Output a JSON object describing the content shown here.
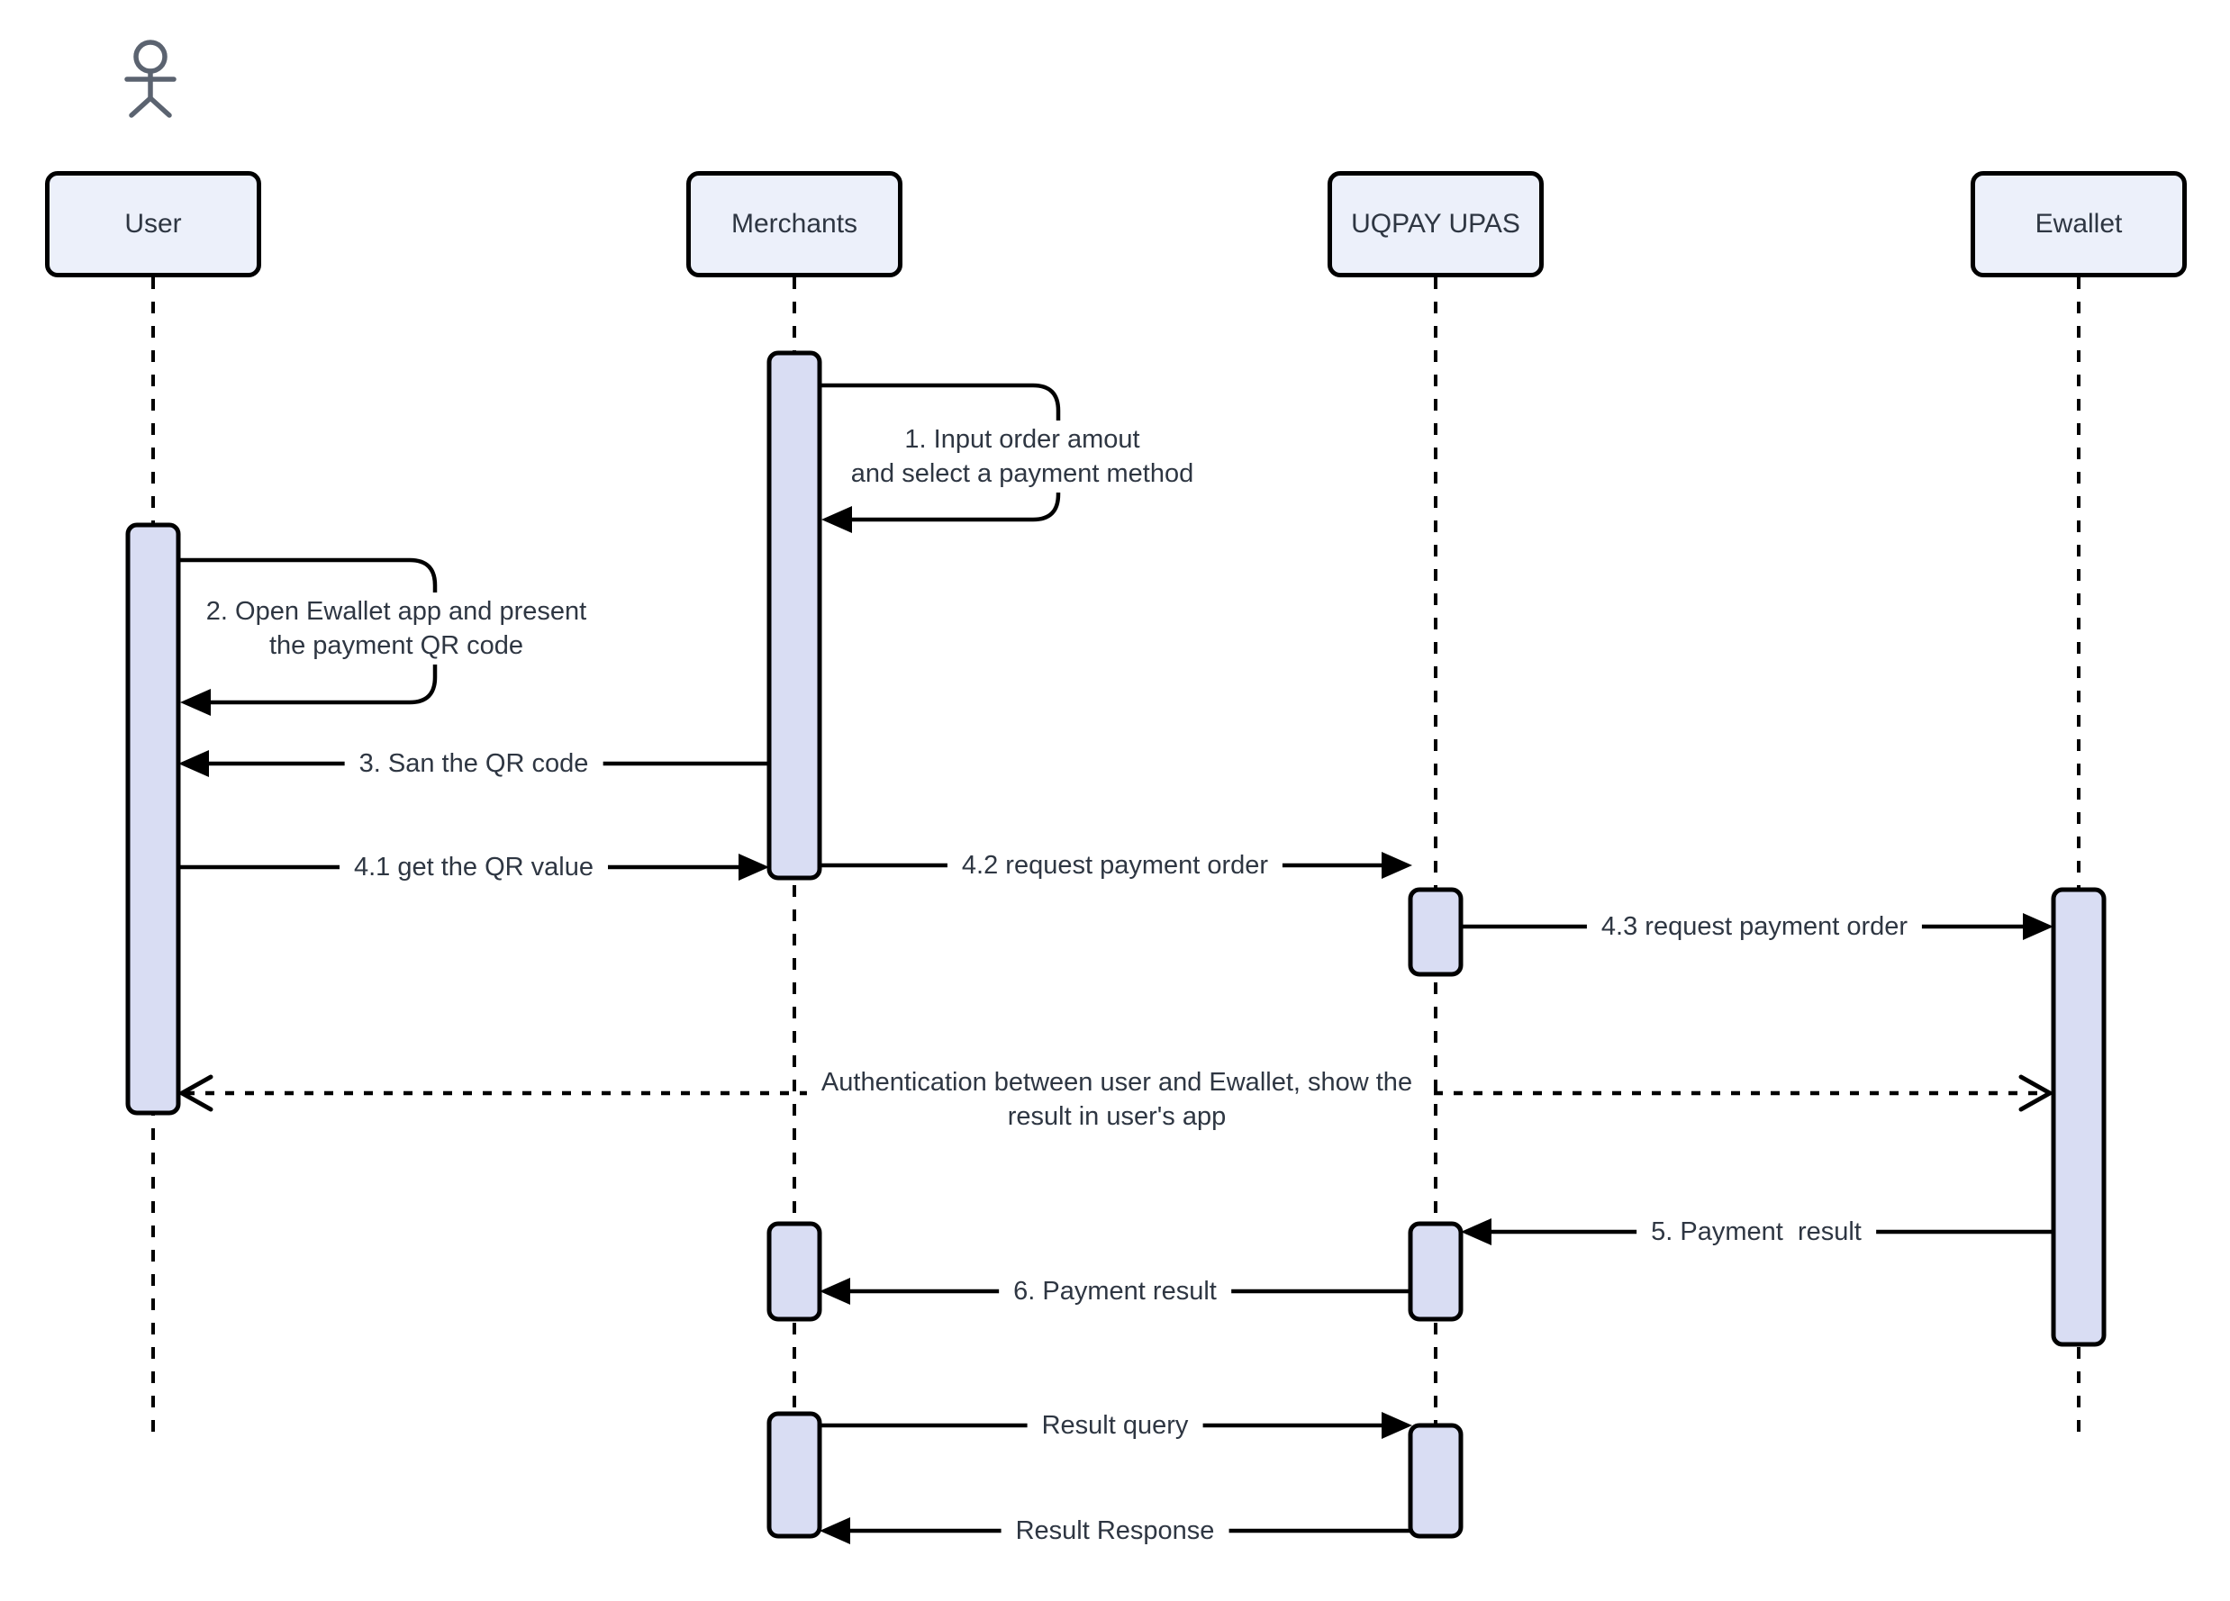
{
  "diagram": {
    "type": "uml-sequence-diagram",
    "actors": [
      {
        "id": "user",
        "label": "User",
        "kind": "actor"
      },
      {
        "id": "merchants",
        "label": "Merchants",
        "kind": "participant"
      },
      {
        "id": "uqpay",
        "label": "UQPAY UPAS",
        "kind": "participant"
      },
      {
        "id": "ewallet",
        "label": "Ewallet",
        "kind": "participant"
      }
    ],
    "messages": [
      {
        "from": "merchants",
        "to": "merchants",
        "style": "self-loop",
        "lines": [
          "1. Input order amout",
          "and select a payment method"
        ]
      },
      {
        "from": "user",
        "to": "user",
        "style": "self-loop",
        "lines": [
          "2. Open Ewallet app and present",
          "the payment QR code"
        ]
      },
      {
        "from": "merchants",
        "to": "user",
        "style": "solid",
        "lines": [
          "3. San the QR code"
        ]
      },
      {
        "from": "user",
        "to": "merchants",
        "style": "solid",
        "lines": [
          "4.1 get the QR value"
        ]
      },
      {
        "from": "merchants",
        "to": "uqpay",
        "style": "solid",
        "lines": [
          "4.2 request payment order"
        ]
      },
      {
        "from": "uqpay",
        "to": "ewallet",
        "style": "solid",
        "lines": [
          "4.3 request payment order"
        ]
      },
      {
        "from": "ewallet",
        "to": "user",
        "style": "dashed-bidirectional",
        "lines": [
          "Authentication between user and Ewallet, show the",
          "result in user's app"
        ]
      },
      {
        "from": "ewallet",
        "to": "uqpay",
        "style": "solid",
        "lines": [
          "5. Payment  result"
        ]
      },
      {
        "from": "uqpay",
        "to": "merchants",
        "style": "solid",
        "lines": [
          "6. Payment result"
        ]
      },
      {
        "from": "merchants",
        "to": "uqpay",
        "style": "solid",
        "lines": [
          "Result query"
        ]
      },
      {
        "from": "uqpay",
        "to": "merchants",
        "style": "solid",
        "lines": [
          "Result Response"
        ]
      }
    ],
    "colors": {
      "box_fill": "#ECF0FA",
      "activation_fill": "#D9DDF3",
      "line": "#000000",
      "text": "#2E3642",
      "actor": "#5B6370"
    }
  }
}
